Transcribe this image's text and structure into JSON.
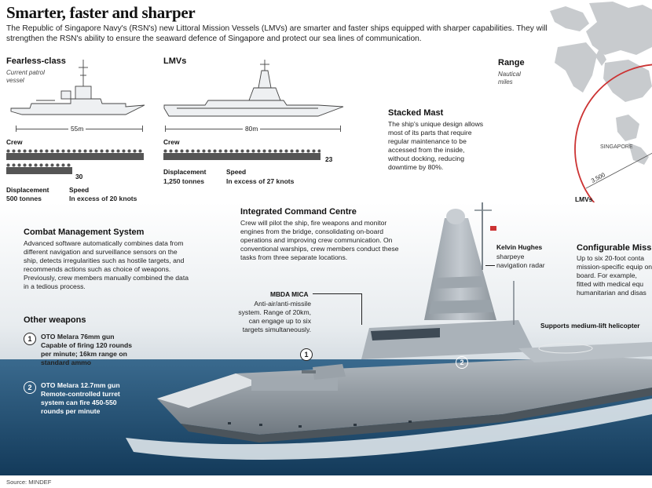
{
  "header": {
    "title": "Smarter, faster and sharper",
    "intro": "The Republic of Singapore Navy's (RSN's) new Littoral Mission Vessels (LMVs) are smarter and faster ships equipped with sharper capabilities. They will strengthen the RSN's ability to ensure the seaward defence of Singapore and protect our sea lines of communication."
  },
  "fearless": {
    "title": "Fearless-class",
    "subtitle": "Current patrol vessel",
    "length": "55m",
    "crew_label": "Crew",
    "crew_count": "30",
    "crew_value": 30,
    "displacement_label": "Displacement",
    "displacement": "500 tonnes",
    "speed_label": "Speed",
    "speed": "In excess of 20 knots"
  },
  "lmv": {
    "title": "LMVs",
    "length": "80m",
    "crew_label": "Crew",
    "crew_count": "23",
    "crew_value": 23,
    "displacement_label": "Displacement",
    "displacement": "1,250 tonnes",
    "speed_label": "Speed",
    "speed": "In excess of 27 knots"
  },
  "range": {
    "title": "Range",
    "unit": "Nautical miles",
    "singapore": "SINGAPORE",
    "distance": "3,500",
    "lmvs": "LMVs"
  },
  "stacked_mast": {
    "title": "Stacked Mast",
    "text": "The ship's unique design allows most of its parts that require regular maintenance to be accessed from the inside, without docking, reducing downtime by 80%."
  },
  "icc": {
    "title": "Integrated Command Centre",
    "text": "Crew will pilot the ship, fire weapons and monitor engines from the bridge, consolidating on-board operations and improving crew communication. On conventional warships, crew members conduct these tasks from three separate locations."
  },
  "cms": {
    "title": "Combat Management System",
    "text": "Advanced software automatically combines data from different navigation and surveillance sensors on the ship, detects irregularities such as hostile targets, and recommends actions such as choice of weapons. Previously, crew members manually combined the data in a tedious process."
  },
  "radar": {
    "title": "Kelvin Hughes",
    "text": "sharpeye navigation radar"
  },
  "configurable": {
    "title": "Configurable Miss",
    "text": "Up to six 20-foot conta mission-specific equip on board. For example, fitted with medical equ humanitarian and disas"
  },
  "mbda": {
    "title": "MBDA MICA",
    "text": "Anti-air/anti-missile system. Range of 20km, can engage up to six targets simultaneously."
  },
  "helicopter": "Supports medium-lift helicopter",
  "other_weapons": {
    "title": "Other weapons",
    "items": [
      {
        "num": "1",
        "text": "OTO Melara 76mm gun Capable of firing 120 rounds per minute; 16km range on standard ammo"
      },
      {
        "num": "2",
        "text": "OTO Melara 12.7mm gun Remote-controlled turret system can fire 450-550 rounds per minute"
      }
    ]
  },
  "markers": {
    "one": "1",
    "two": "2"
  },
  "source": "Source: MINDEF",
  "colors": {
    "sea": "#1f4f74",
    "hull": "#8d959c",
    "range_circle": "#cc3333"
  }
}
